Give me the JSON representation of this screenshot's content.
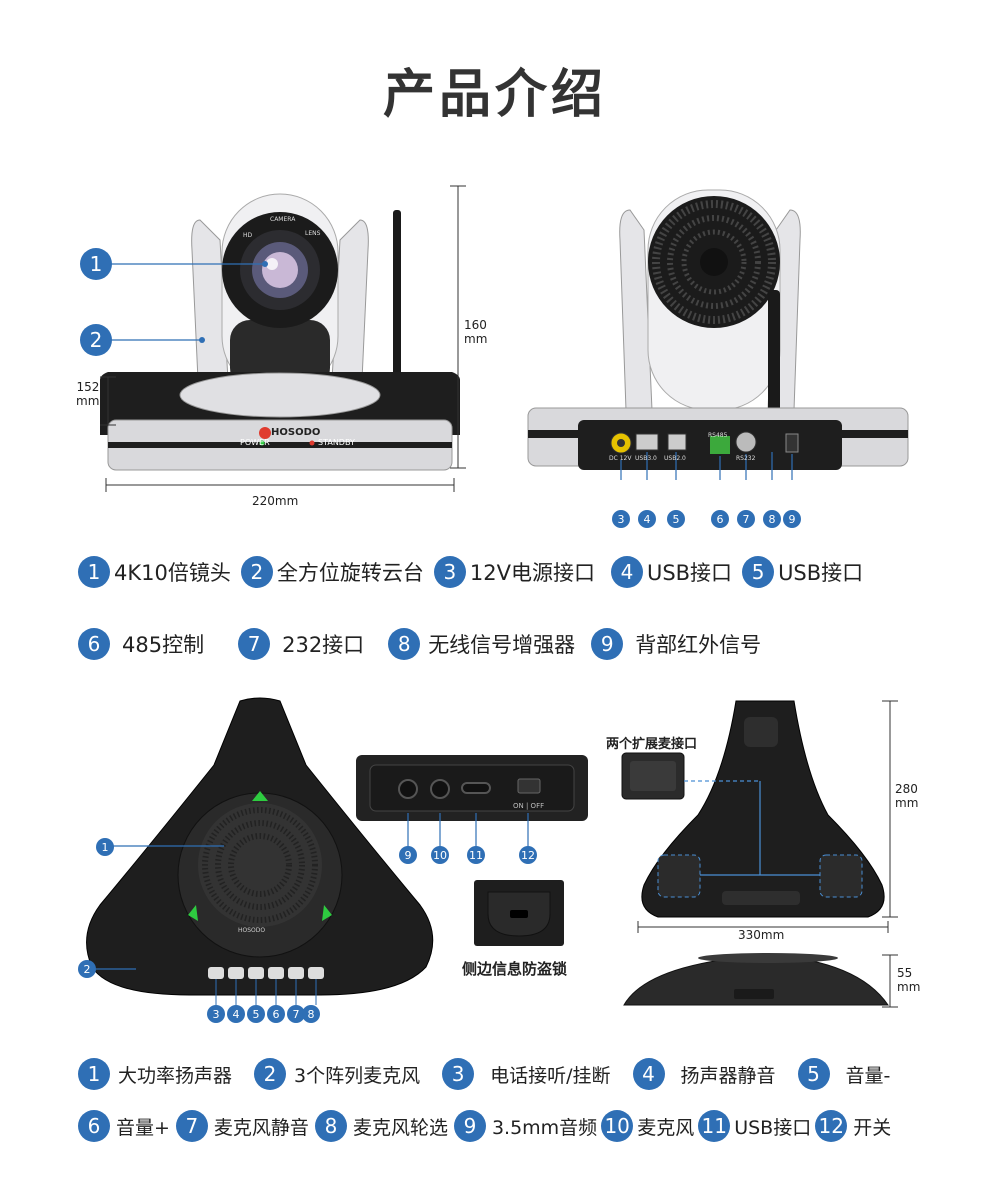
{
  "page": {
    "title": "产品介绍"
  },
  "camera_front": {
    "callouts": [
      "1",
      "2"
    ],
    "logo_text": "HOSODO",
    "panel_labels": [
      "POWER",
      "STANDBY"
    ],
    "lens_ring_text": [
      "CAMERA",
      "LENS",
      "HD"
    ],
    "dims": {
      "height": "160\nmm",
      "base_height": "152\nmm",
      "width": "220mm"
    }
  },
  "camera_back": {
    "port_numbers": [
      "3",
      "4",
      "5",
      "6",
      "7",
      "8",
      "9"
    ],
    "port_labels": [
      "DC 12V",
      "USB3.0",
      "USB2.0",
      "RS485",
      "RS232"
    ]
  },
  "camera_legend": {
    "row1": [
      {
        "num": "1",
        "label": "4K10倍镜头"
      },
      {
        "num": "2",
        "label": "全方位旋转云台"
      },
      {
        "num": "3",
        "label": "12V电源接口"
      },
      {
        "num": "4",
        "label": "USB接口"
      },
      {
        "num": "5",
        "label": "USB接口"
      }
    ],
    "row2": [
      {
        "num": "6",
        "label": "485控制"
      },
      {
        "num": "7",
        "label": "232接口"
      },
      {
        "num": "8",
        "label": "无线信号增强器"
      },
      {
        "num": "9",
        "label": "背部红外信号"
      }
    ]
  },
  "speaker": {
    "callouts": [
      "1",
      "2"
    ],
    "button_numbers": [
      "3",
      "4",
      "5",
      "6",
      "7",
      "8"
    ],
    "brand": "HOSODO",
    "port_numbers": [
      "9",
      "10",
      "11",
      "12"
    ],
    "switch_label": "ON | OFF",
    "lock_caption": "侧边信息防盗锁",
    "ext_mic_caption": "两个扩展麦接口",
    "dims": {
      "height": "280\nmm",
      "width": "330mm",
      "thickness": "55\nmm"
    }
  },
  "speaker_legend": {
    "row1": [
      {
        "num": "1",
        "label": "大功率扬声器"
      },
      {
        "num": "2",
        "label": "3个阵列麦克风"
      },
      {
        "num": "3",
        "label": "电话接听/挂断"
      },
      {
        "num": "4",
        "label": "扬声器静音"
      },
      {
        "num": "5",
        "label": "音量-"
      }
    ],
    "row2": [
      {
        "num": "6",
        "label": "音量+"
      },
      {
        "num": "7",
        "label": "麦克风静音"
      },
      {
        "num": "8",
        "label": "麦克风轮选"
      },
      {
        "num": "9",
        "label": "3.5mm音频"
      },
      {
        "num": "10",
        "label": "麦克风"
      },
      {
        "num": "11",
        "label": "USB接口"
      },
      {
        "num": "12",
        "label": "开关"
      }
    ]
  },
  "colors": {
    "accent": "#2f6fb5",
    "green_led": "#2ecc40",
    "dark_body": "#1e1e1e",
    "silver": "#d9d9dc"
  }
}
